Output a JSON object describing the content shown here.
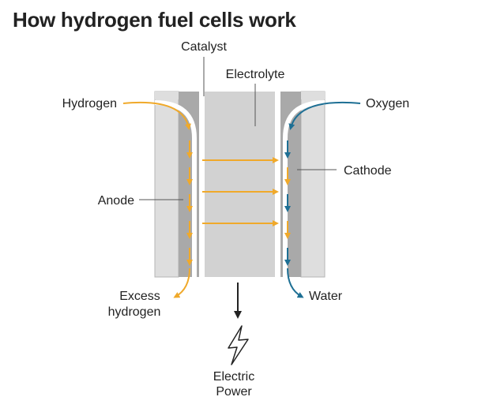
{
  "title": "How hydrogen fuel cells work",
  "labels": {
    "catalyst": "Catalyst",
    "electrolyte": "Electrolyte",
    "hydrogen": "Hydrogen",
    "oxygen": "Oxygen",
    "cathode": "Cathode",
    "anode": "Anode",
    "excess_hydrogen_line1": "Excess",
    "excess_hydrogen_line2": "hydrogen",
    "water": "Water",
    "electric_power_line1": "Electric",
    "electric_power_line2": "Power"
  },
  "colors": {
    "hydrogen_flow": "#f0a92a",
    "oxygen_flow": "#1d6f94",
    "plate_light": "#dedede",
    "plate_dark": "#a9a9a9",
    "electrolyte": "#d2d2d2",
    "label_text": "#222222",
    "leader_line": "#555555"
  },
  "icons": {
    "electric_power": "lightning-bolt-icon",
    "power_output": "arrow-down-icon"
  }
}
